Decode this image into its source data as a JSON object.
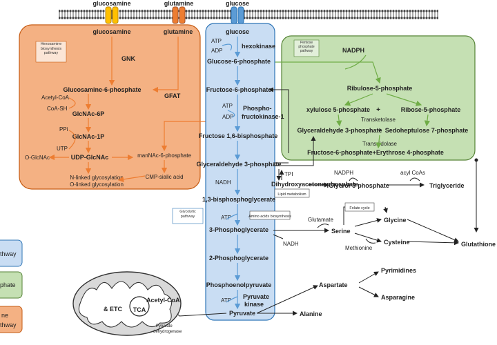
{
  "colors": {
    "hexosamine_fill": "#f4b183",
    "hexosamine_stroke": "#c55a11",
    "glycolytic_fill": "#c9ddf3",
    "glycolytic_stroke": "#2e75b6",
    "pentose_fill": "#c5e0b3",
    "pentose_stroke": "#548235",
    "arrow_blue": "#5b9bd5",
    "arrow_orange": "#ed7d31",
    "arrow_green": "#70ad47",
    "mito_fill": "#d9d9d9",
    "transporter_yellow": "#ffc000",
    "transporter_orange": "#ed7d31",
    "transporter_blue": "#5b9bd5"
  },
  "membrane": {
    "glucosamine_top": "glucosamine",
    "glutamine_top": "glutamine",
    "glucose_top": "glucose"
  },
  "hexosamine": {
    "label": "Hexosamine biosynthesis pathway",
    "glucosamine": "glucosamine",
    "glutamine": "glutamine",
    "gnk": "GNK",
    "gfat": "GFAT",
    "glucosamine6p": "Glucosamine-6-phosphate",
    "acetylcoa": "Acetyl-CoA",
    "coash": "CoA-SH",
    "glcnac6p": "GlcNAc-6P",
    "glcnac1p": "GlcNAc-1P",
    "ppi": "PPi",
    "utp": "UTP",
    "udpglcnac": "UDP-GlcNAc",
    "oglcnac": "O-GlcNAc",
    "mannac6p": "manNAc-6-phosphate",
    "nlinked": "N-linked glycosylation",
    "olinked": "O-linked glycosylation",
    "cmp": "CMP-sialic acid"
  },
  "glycolysis": {
    "label": "Glycolytic pathway",
    "glucose": "glucose",
    "atp1": "ATP",
    "adp1": "ADP",
    "hexokinase": "hexokinase",
    "g6p": "Glucose-6-phosphate",
    "f6p": "Fructose-6-phosphate",
    "atp2": "ATP",
    "adp2": "ADP",
    "pfk1": "Phospho-",
    "pfk2": "fructokinase-1",
    "f16bp": "Fructose 1,6-bisphosphate",
    "g3p": "Glyceraldehyde 3-phosphate",
    "tpi": "TPI",
    "nadh1": "NADH",
    "bpg": "1,3-bisphosphoglycerate",
    "atp3": "ATP",
    "pg3": "3-Phosphoglycerate",
    "nadh2": "NADH",
    "pg2": "2-Phosphoglycerate",
    "pep": "Phosphoenolpyruvate",
    "atp4": "ATP",
    "pk1": "Pyruvate",
    "pk2": "kinase",
    "pyruvate": "Pyruvate"
  },
  "pentose": {
    "label": "Pentose phosphate pathway",
    "nadph": "NADPH",
    "r5p": "Ribulose-5-phosphate",
    "xylulose": "xylulose 5-phosphate",
    "plus1": "+",
    "ribose": "Ribose-5-phosphate",
    "transketolase": "Transketolase",
    "g3p": "Glyceraldehyde 3-phosphate",
    "plus2": "+",
    "s7p": "Sedoheptulose 7-phosphate",
    "transaldolase": "Transaldolase",
    "f6p_e4p": "Fructose-6-phosphate+Erythrose 4-phosphate"
  },
  "lipid": {
    "dhap": "Dihydroxyacetone phosphate",
    "label": "Lipid metabolism",
    "nadph": "NADPH",
    "g3p": "Glyerol-3-phosphate",
    "acyl": "acyl CoAs",
    "tg": "Triglyceride"
  },
  "amino": {
    "label": "Amino acids biosynthesis",
    "glutamate": "Glutamate",
    "serine": "Serine",
    "folate": "Folate cycle",
    "glycine": "Glycine",
    "methionine": "Methionine",
    "cysteine": "Cysteine",
    "glutathione": "Glutathione",
    "aspartate": "Aspartate",
    "pyrimidines": "Pyrimidines",
    "asparagine": "Asparagine",
    "alanine": "Alanine"
  },
  "mito": {
    "etc": "& ETC",
    "tca": "TCA",
    "acetylcoa": "Acetyl-CoA",
    "pdh1": "Pyruvate",
    "pdh2": "dehydrogenase"
  },
  "legend": {
    "item1": "thway",
    "item2": "phate",
    "item3a": "ne",
    "item3b": "thway"
  }
}
